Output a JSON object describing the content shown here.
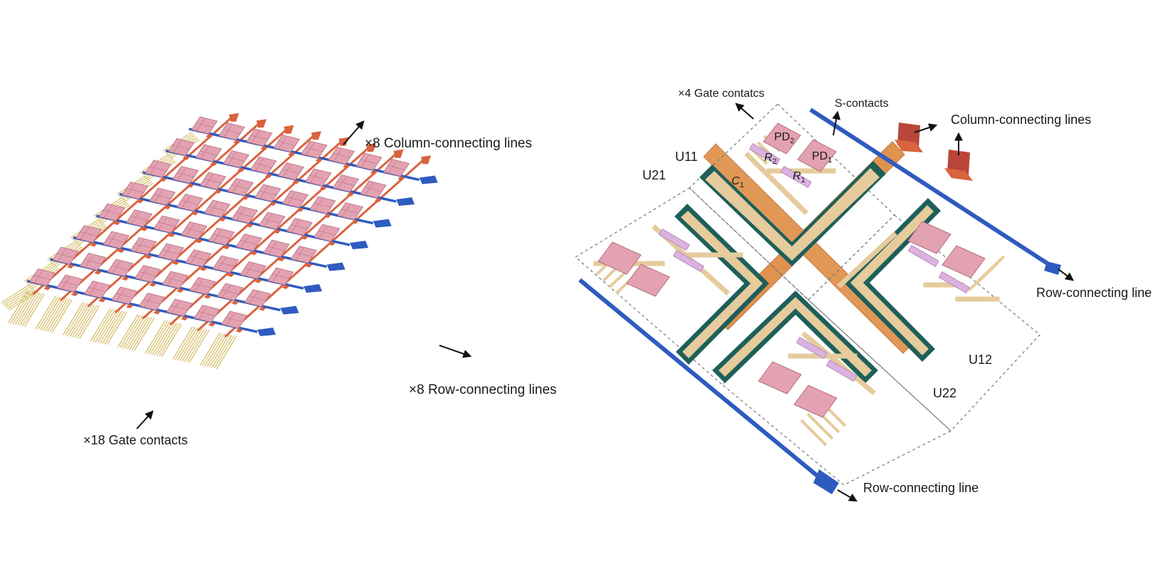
{
  "left_array": {
    "column_label": "×8 Column-connecting lines",
    "row_label": "×8 Row-connecting lines",
    "gate_label": "×18 Gate contacts",
    "rows": 8,
    "cols": 8
  },
  "right_detail": {
    "gate_label": "×4 Gate contatcs",
    "s_contacts_label": "S-contacts",
    "column_label": "Column-connecting lines",
    "row_label_right": "Row-connecting line",
    "row_label_bottom": "Row-connecting line",
    "units": {
      "u11": "U11",
      "u21": "U21",
      "u12": "U12",
      "u22": "U22"
    },
    "pd2": {
      "base": "PD",
      "sub": "2"
    },
    "pd1": {
      "base": "PD",
      "sub": "1"
    },
    "r2": {
      "base": "R",
      "sub": "2"
    },
    "r1": {
      "base": "R",
      "sub": "1"
    },
    "c1": {
      "base": "C",
      "sub": "1"
    }
  },
  "colors": {
    "pixel_pink": "#e3a2b1",
    "pixel_edge": "#b46c7e",
    "column_line": "#d9633e",
    "row_line": "#2f5bc0",
    "gate_gold": "#d7c070",
    "substrate": "#e0934f",
    "trace_tan": "#e6cb9c",
    "capacitor_teal": "#1e5f5a",
    "resistor_lilac": "#dcb2e0"
  }
}
